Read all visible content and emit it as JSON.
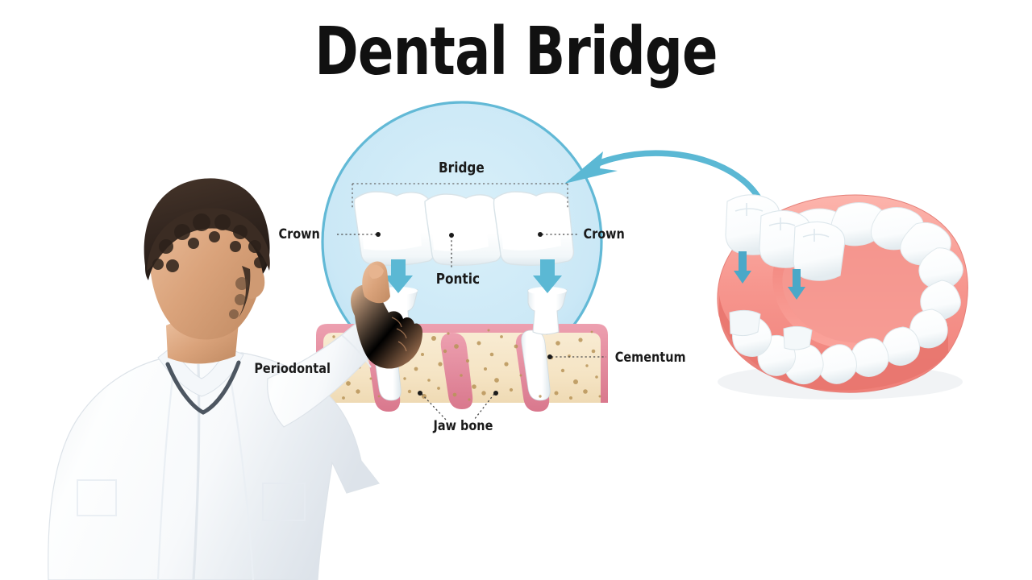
{
  "title": "Dental Bridge",
  "diagram": {
    "labels": {
      "bridge": "Bridge",
      "crown_left": "Crown",
      "crown_right": "Crown",
      "pontic": "Pontic",
      "periodontal": "Periodontal",
      "cementum": "Cementum",
      "jaw_bone": "Jaw bone"
    },
    "icon_names": {
      "magnifier_circle": "magnifier-circle",
      "connector_arrow": "curved-arrow-icon",
      "seat_arrow": "down-arrow-icon",
      "leader_dot": "leader-dot-icon"
    }
  },
  "figure": {
    "person": "dentist-in-lab-coat-pointing",
    "coat": "white-lab-coat",
    "hair": "dark-curly-hair"
  },
  "jaw_model": {
    "name": "lower-jaw-3d-model",
    "units": 3,
    "abutments": 2,
    "seat_arrows": 2
  },
  "colors": {
    "background": "#ffffff",
    "title": "#111111",
    "circle_fill": "#cfeaf6",
    "circle_stroke": "#62b9d6",
    "accent_teal": "#5bb8d4",
    "accent_teal_dark": "#3ea5c6",
    "gum_pink": "#e28a9c",
    "gum_pink_light": "#f0a7b6",
    "bone_cream": "#f7e7c8",
    "bone_cream_dark": "#ecd6ad",
    "bone_speck": "#b99559",
    "tooth_white": "#ffffff",
    "tooth_shadow": "#dfe8ec",
    "model_gum": "#f5918a",
    "model_gum_light": "#fcb0a8",
    "model_gum_dark": "#e8756e",
    "skin": "#d9a077",
    "skin_light": "#e8b894",
    "coat_white": "#fbfcfd",
    "coat_shade": "#e3e8ee",
    "hair_dark": "#35281f",
    "label_text": "#1a1a1a",
    "leader_line": "#4a4a4a"
  }
}
